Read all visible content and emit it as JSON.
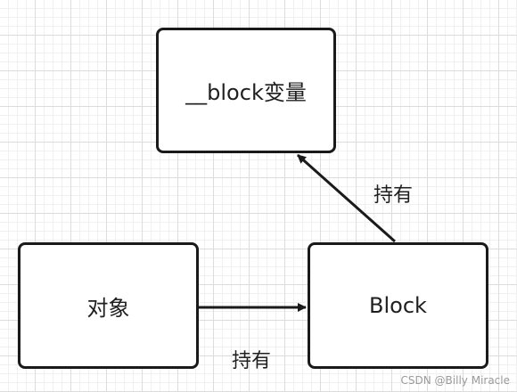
{
  "nodes": {
    "block_variable": "__block变量",
    "object": "对象",
    "block": "Block"
  },
  "edges": {
    "object_to_block": "持有",
    "block_to_block_variable": "持有"
  },
  "watermark": "CSDN @Billy Miracle",
  "colors": {
    "stroke": "#1a1a1a",
    "grid": "#dcdcdc",
    "background": "#ffffff"
  }
}
